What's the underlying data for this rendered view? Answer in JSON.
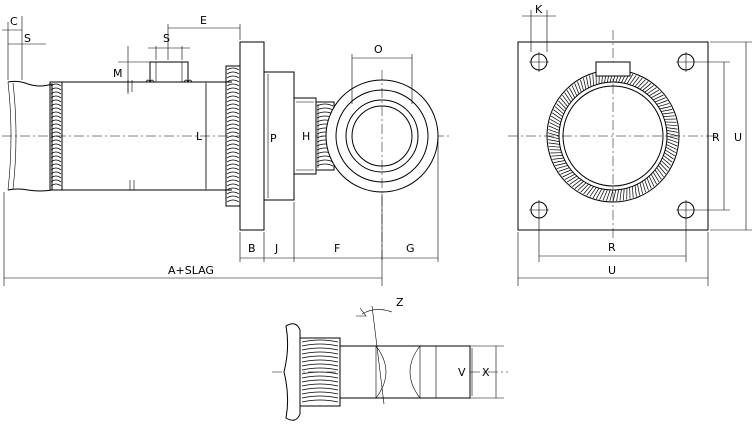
{
  "labels": {
    "c": "C",
    "s_top": "S",
    "s_port": "S",
    "e": "E",
    "m": "M",
    "l": "L",
    "p": "P",
    "h": "H",
    "o": "O",
    "b": "B",
    "j": "J",
    "f": "F",
    "g": "G",
    "a_slag": "A+SLAG",
    "k": "K",
    "r_vertical": "R",
    "u_vertical": "U",
    "r_horizontal": "R",
    "u_horizontal": "U",
    "z": "Z",
    "v": "V",
    "x": "X"
  }
}
